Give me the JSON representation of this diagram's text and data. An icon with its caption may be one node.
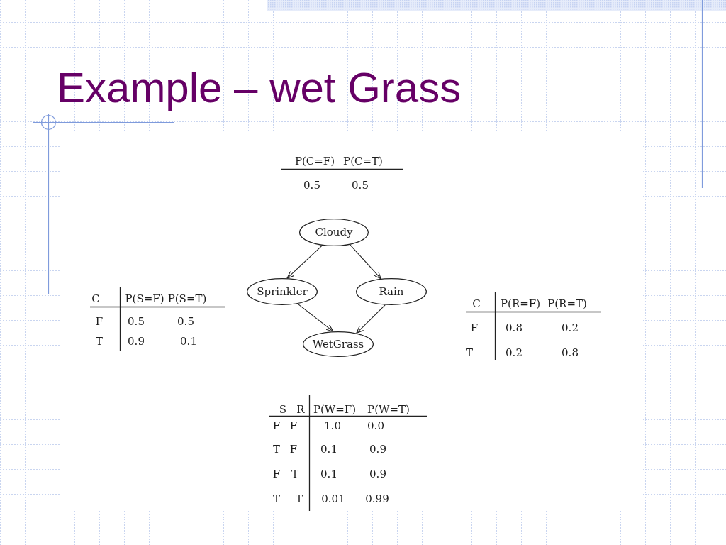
{
  "diagram": {
    "title": "Example – wet Grass",
    "nodes": [
      {
        "text": [
          "Cloudy"
        ]
      },
      {
        "text": [
          "Sprinkler"
        ]
      },
      {
        "text": [
          "Rain"
        ]
      },
      {
        "text": [
          "WetGrass"
        ]
      }
    ],
    "edges": [
      {
        "from": 0,
        "to": 1,
        "arrow": "to"
      },
      {
        "from": 0,
        "to": 2,
        "arrow": "to"
      },
      {
        "from": 1,
        "to": 3,
        "arrow": "to"
      },
      {
        "from": 2,
        "to": 3,
        "arrow": "to"
      }
    ],
    "labels": [
      "P(C=F)",
      "P(C=T)",
      "0.5",
      "0.5",
      "C",
      "P(S=F)",
      "P(S=T)",
      "F",
      "0.5",
      "0.5",
      "T",
      "0.9",
      "0.1",
      "C",
      "P(R=F)",
      "P(R=T)",
      "F",
      "0.8",
      "0.2",
      "T",
      "0.2",
      "0.8",
      "S",
      "R",
      "P(W=F)",
      "P(W=T)",
      "F",
      "F",
      "1.0",
      "0.0",
      "T",
      "F",
      "0.1",
      "0.9",
      "F",
      "T",
      "0.1",
      "0.9",
      "T",
      "T",
      "0.01",
      "0.99"
    ]
  }
}
